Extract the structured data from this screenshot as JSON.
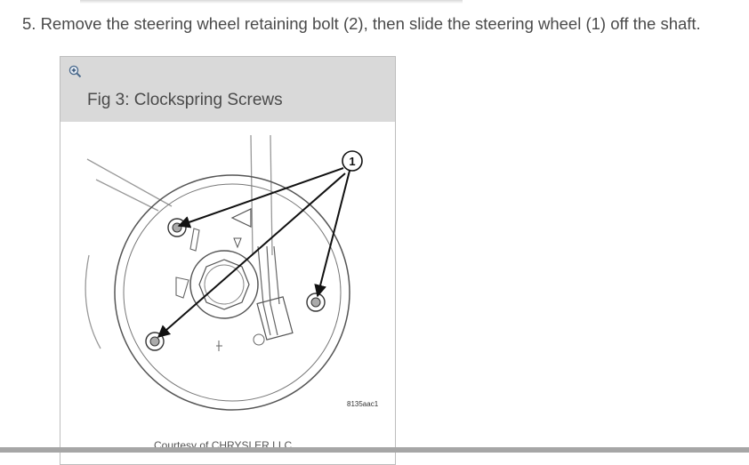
{
  "step": {
    "text": "5. Remove the steering wheel retaining bolt (2), then slide the steering wheel (1) off the shaft."
  },
  "figure": {
    "title": "Fig 3: Clockspring Screws",
    "callout": "1",
    "code": "8135aac1",
    "credit": "Courtesy of CHRYSLER LLC",
    "zoom_icon": "zoom-in-icon"
  },
  "colors": {
    "header_bg": "#d9d9d9",
    "text": "#4a4a4a",
    "border": "#bdbdbd"
  }
}
